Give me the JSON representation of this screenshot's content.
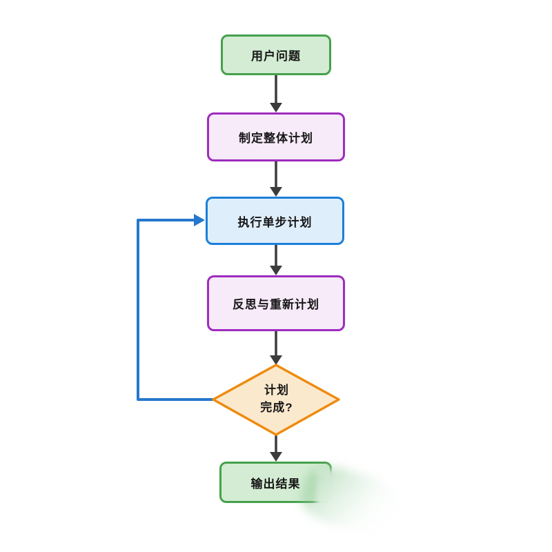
{
  "canvas": {
    "background": "#ffffff"
  },
  "nodes": {
    "user_question": {
      "label": "用户问题",
      "shape": "rect",
      "fill": "#d3ecd3",
      "border": "#46a04b"
    },
    "make_plan": {
      "label": "制定整体计划",
      "shape": "rect",
      "fill": "#f7eaf9",
      "border": "#9d2bbd"
    },
    "execute_step": {
      "label": "执行单步计划",
      "shape": "rect",
      "fill": "#dfeefb",
      "border": "#1b7fd8"
    },
    "reflect_replan": {
      "label": "反思与重新计划",
      "shape": "rect",
      "fill": "#f7eaf9",
      "border": "#9d2bbd"
    },
    "decision": {
      "label_line1": "计划",
      "label_line2": "完成?",
      "shape": "diamond",
      "fill": "#fbe9cd",
      "border": "#ee8b10"
    },
    "output_result": {
      "label": "输出结果",
      "shape": "rect",
      "fill": "#d3ecd3",
      "border": "#46a04b"
    }
  },
  "edges": {
    "arrow_color": "#3b3b3b",
    "loop_color": "#2577cd"
  }
}
